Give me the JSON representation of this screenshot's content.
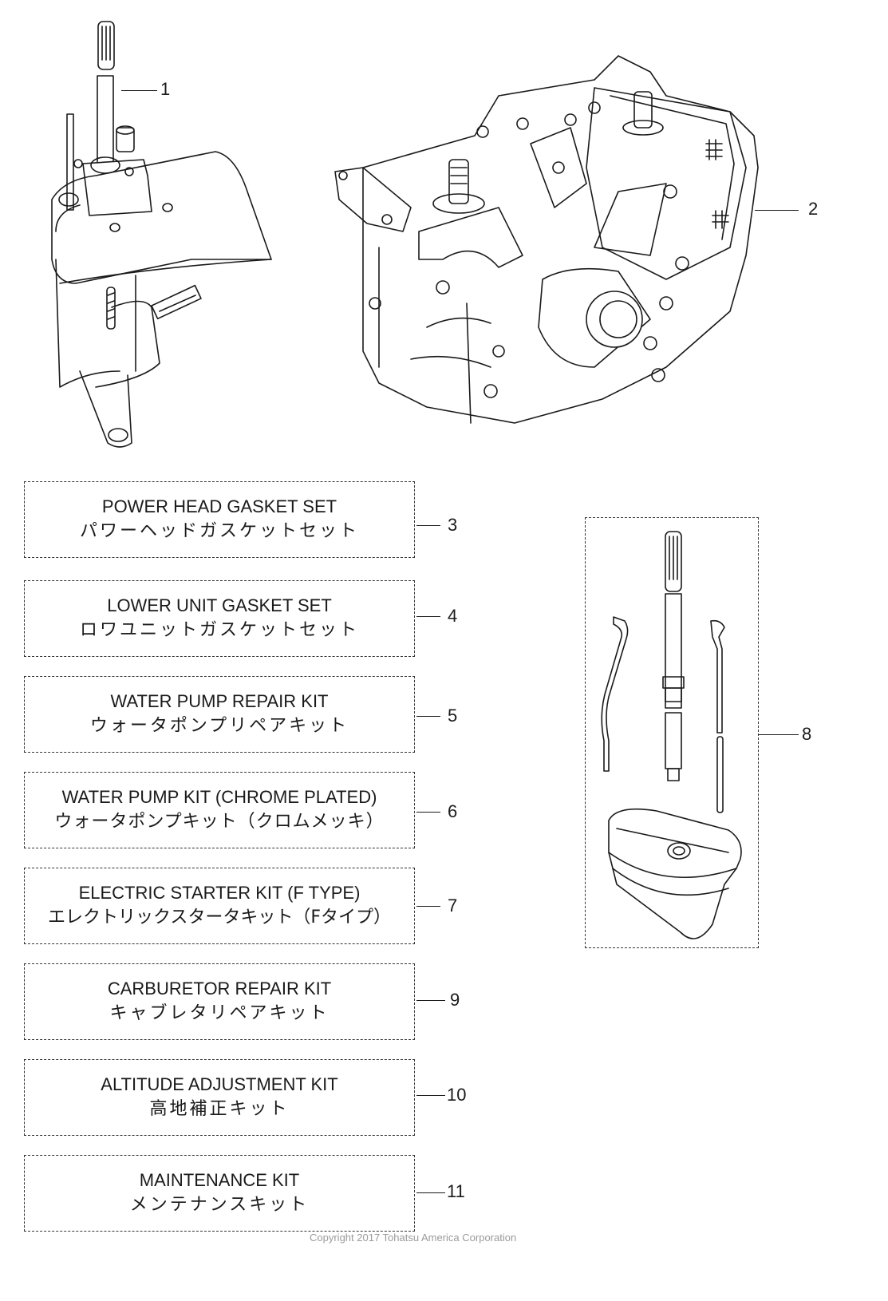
{
  "diagram": {
    "title": "Outboard parts kits diagram",
    "callouts": [
      {
        "number": "1",
        "part": "drive-shaft-lower-unit"
      },
      {
        "number": "2",
        "part": "power-head-assembly"
      },
      {
        "number": "8",
        "part": "drive-shaft-kit-with-lower-casing"
      }
    ],
    "kits": [
      {
        "number": "3",
        "en": "POWER HEAD GASKET SET",
        "jp": "パワーヘッドガスケットセット"
      },
      {
        "number": "4",
        "en": "LOWER UNIT GASKET SET",
        "jp": "ロワユニットガスケットセット"
      },
      {
        "number": "5",
        "en": "WATER PUMP REPAIR KIT",
        "jp": "ウォータポンプリペアキット"
      },
      {
        "number": "6",
        "en": "WATER PUMP KIT (CHROME PLATED)",
        "jp": "ウォータポンプキット（クロムメッキ）"
      },
      {
        "number": "7",
        "en": "ELECTRIC STARTER KIT (F TYPE)",
        "jp": "エレクトリックスタータキット（Fタイプ）"
      },
      {
        "number": "9",
        "en": "CARBURETOR REPAIR KIT",
        "jp": "キャブレタリペアキット"
      },
      {
        "number": "10",
        "en": "ALTITUDE ADJUSTMENT KIT",
        "jp": "高地補正キット"
      },
      {
        "number": "11",
        "en": "MAINTENANCE KIT",
        "jp": "メンテナンスキット"
      }
    ],
    "copyright": "Copyright 2017 Tohatsu America Corporation"
  }
}
